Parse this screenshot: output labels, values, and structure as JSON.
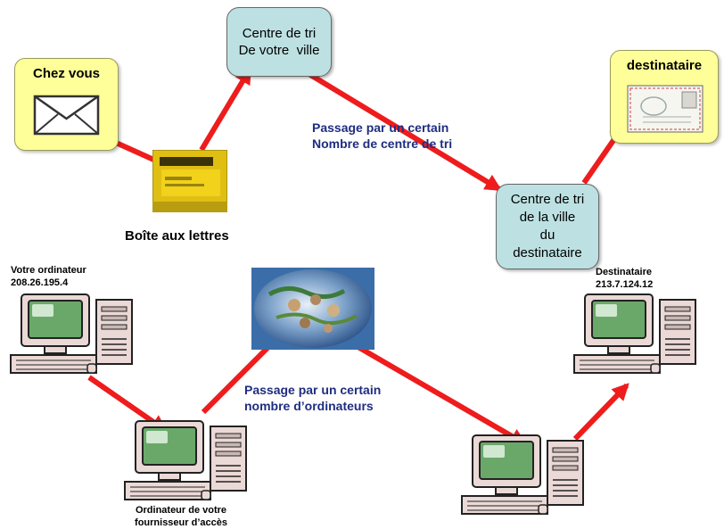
{
  "mail": {
    "chez_vous": "Chez vous",
    "boite": "Boîte aux lettres",
    "centre_votre_line1": "Centre de tri",
    "centre_votre_line2": "De votre  ville",
    "passage_line1": "Passage par un certain",
    "passage_line2": "Nombre de centre de tri",
    "centre_dest_line1": "Centre de tri",
    "centre_dest_line2": "de la ville",
    "centre_dest_line3": "du",
    "centre_dest_line4": "destinataire",
    "destinataire": "destinataire"
  },
  "network": {
    "votre_ordinateur": "Votre ordinateur",
    "votre_ip": "208.26.195.4",
    "dest_title": "Destinataire",
    "dest_ip": "213.7.124.12",
    "passage_line1": "Passage par un certain",
    "passage_line2": "nombre d’ordinateurs",
    "isp_line1": "Ordinateur de votre",
    "isp_line2": "fournisseur d’accès"
  },
  "colors": {
    "arrow": "#ee1c1c",
    "note_yellow": "#ffff99",
    "sorting_center": "#bde1e3",
    "label_navy": "#1f2d80",
    "mailbox_yellow": "#f2d21a"
  },
  "icons": [
    "envelope-icon",
    "mailbox-icon",
    "postcard-icon",
    "globe-icon",
    "computer-icon"
  ]
}
